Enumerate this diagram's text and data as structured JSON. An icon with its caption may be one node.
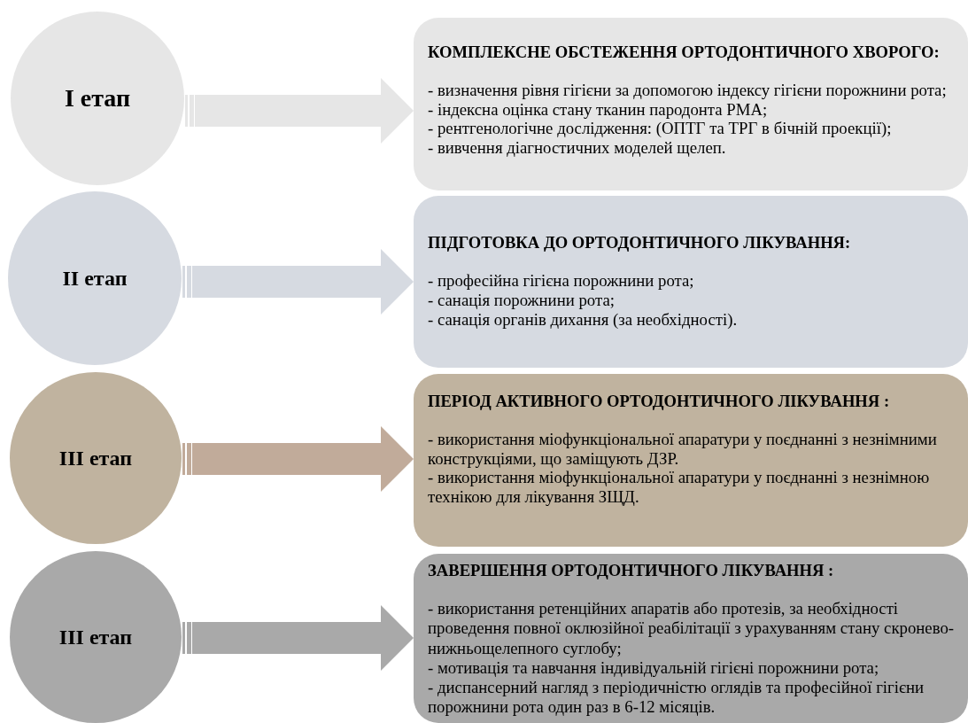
{
  "diagram": {
    "nodes": [
      {
        "text": [
          "I етап"
        ]
      },
      {
        "text": [
          "КОМПЛЕКСНЕ ОБСТЕЖЕННЯ ОРТОДОНТИЧНОГО ХВОРОГО:",
          "- визначення рівня гігієни за допомогою індексу гігієни порожнини рота;",
          "- індексна оцінка стану тканин пародонта РМА;",
          "- рентгенологічне дослідження: (ОПТГ та ТРГ в бічній проекції);",
          "- вивчення діагностичних моделей щелеп."
        ]
      },
      {
        "text": [
          "II етап"
        ]
      },
      {
        "text": [
          "ПІДГОТОВКА ДО ОРТОДОНТИЧНОГО ЛІКУВАННЯ:",
          "- професійна гігієна порожнини рота;",
          "- санація порожнини рота;",
          "- санація органів дихання (за необхідності)."
        ]
      },
      {
        "text": [
          "III етап"
        ]
      },
      {
        "text": [
          "ПЕРІОД АКТИВНОГО ОРТОДОНТИЧНОГО ЛІКУВАННЯ :",
          "- використання міофункціональної апаратури у поєднанні з незнімними конструкціями, що заміщують ДЗР.",
          "- використання міофункціональної апаратури у поєднанні з незнімною технікою для лікування ЗЩД."
        ]
      },
      {
        "text": [
          "III етап"
        ]
      },
      {
        "text": [
          "ЗАВЕРШЕННЯ ОРТОДОНТИЧНОГО ЛІКУВАННЯ :",
          "- використання ретенційних апаратів або протезів, за необхідності проведення повної оклюзійної реабілітації з урахуванням стану скронево-нижньощелепного суглобу;",
          "- мотивація та навчання індивідуальній гігієні порожнини рота;",
          "- диспансерний нагляд з періодичністю оглядів та професійної гігієни порожнини рота один раз в 6-12 місяців."
        ]
      }
    ],
    "edges": [
      {
        "from": 0,
        "to": 1,
        "arrow": "to",
        "color": "#e6e6e6"
      },
      {
        "from": 2,
        "to": 3,
        "arrow": "to",
        "color": "#d6dae1"
      },
      {
        "from": 4,
        "to": 5,
        "arrow": "to",
        "color": "#c1ab9a"
      },
      {
        "from": 6,
        "to": 7,
        "arrow": "to",
        "color": "#a9a9a9"
      }
    ]
  }
}
